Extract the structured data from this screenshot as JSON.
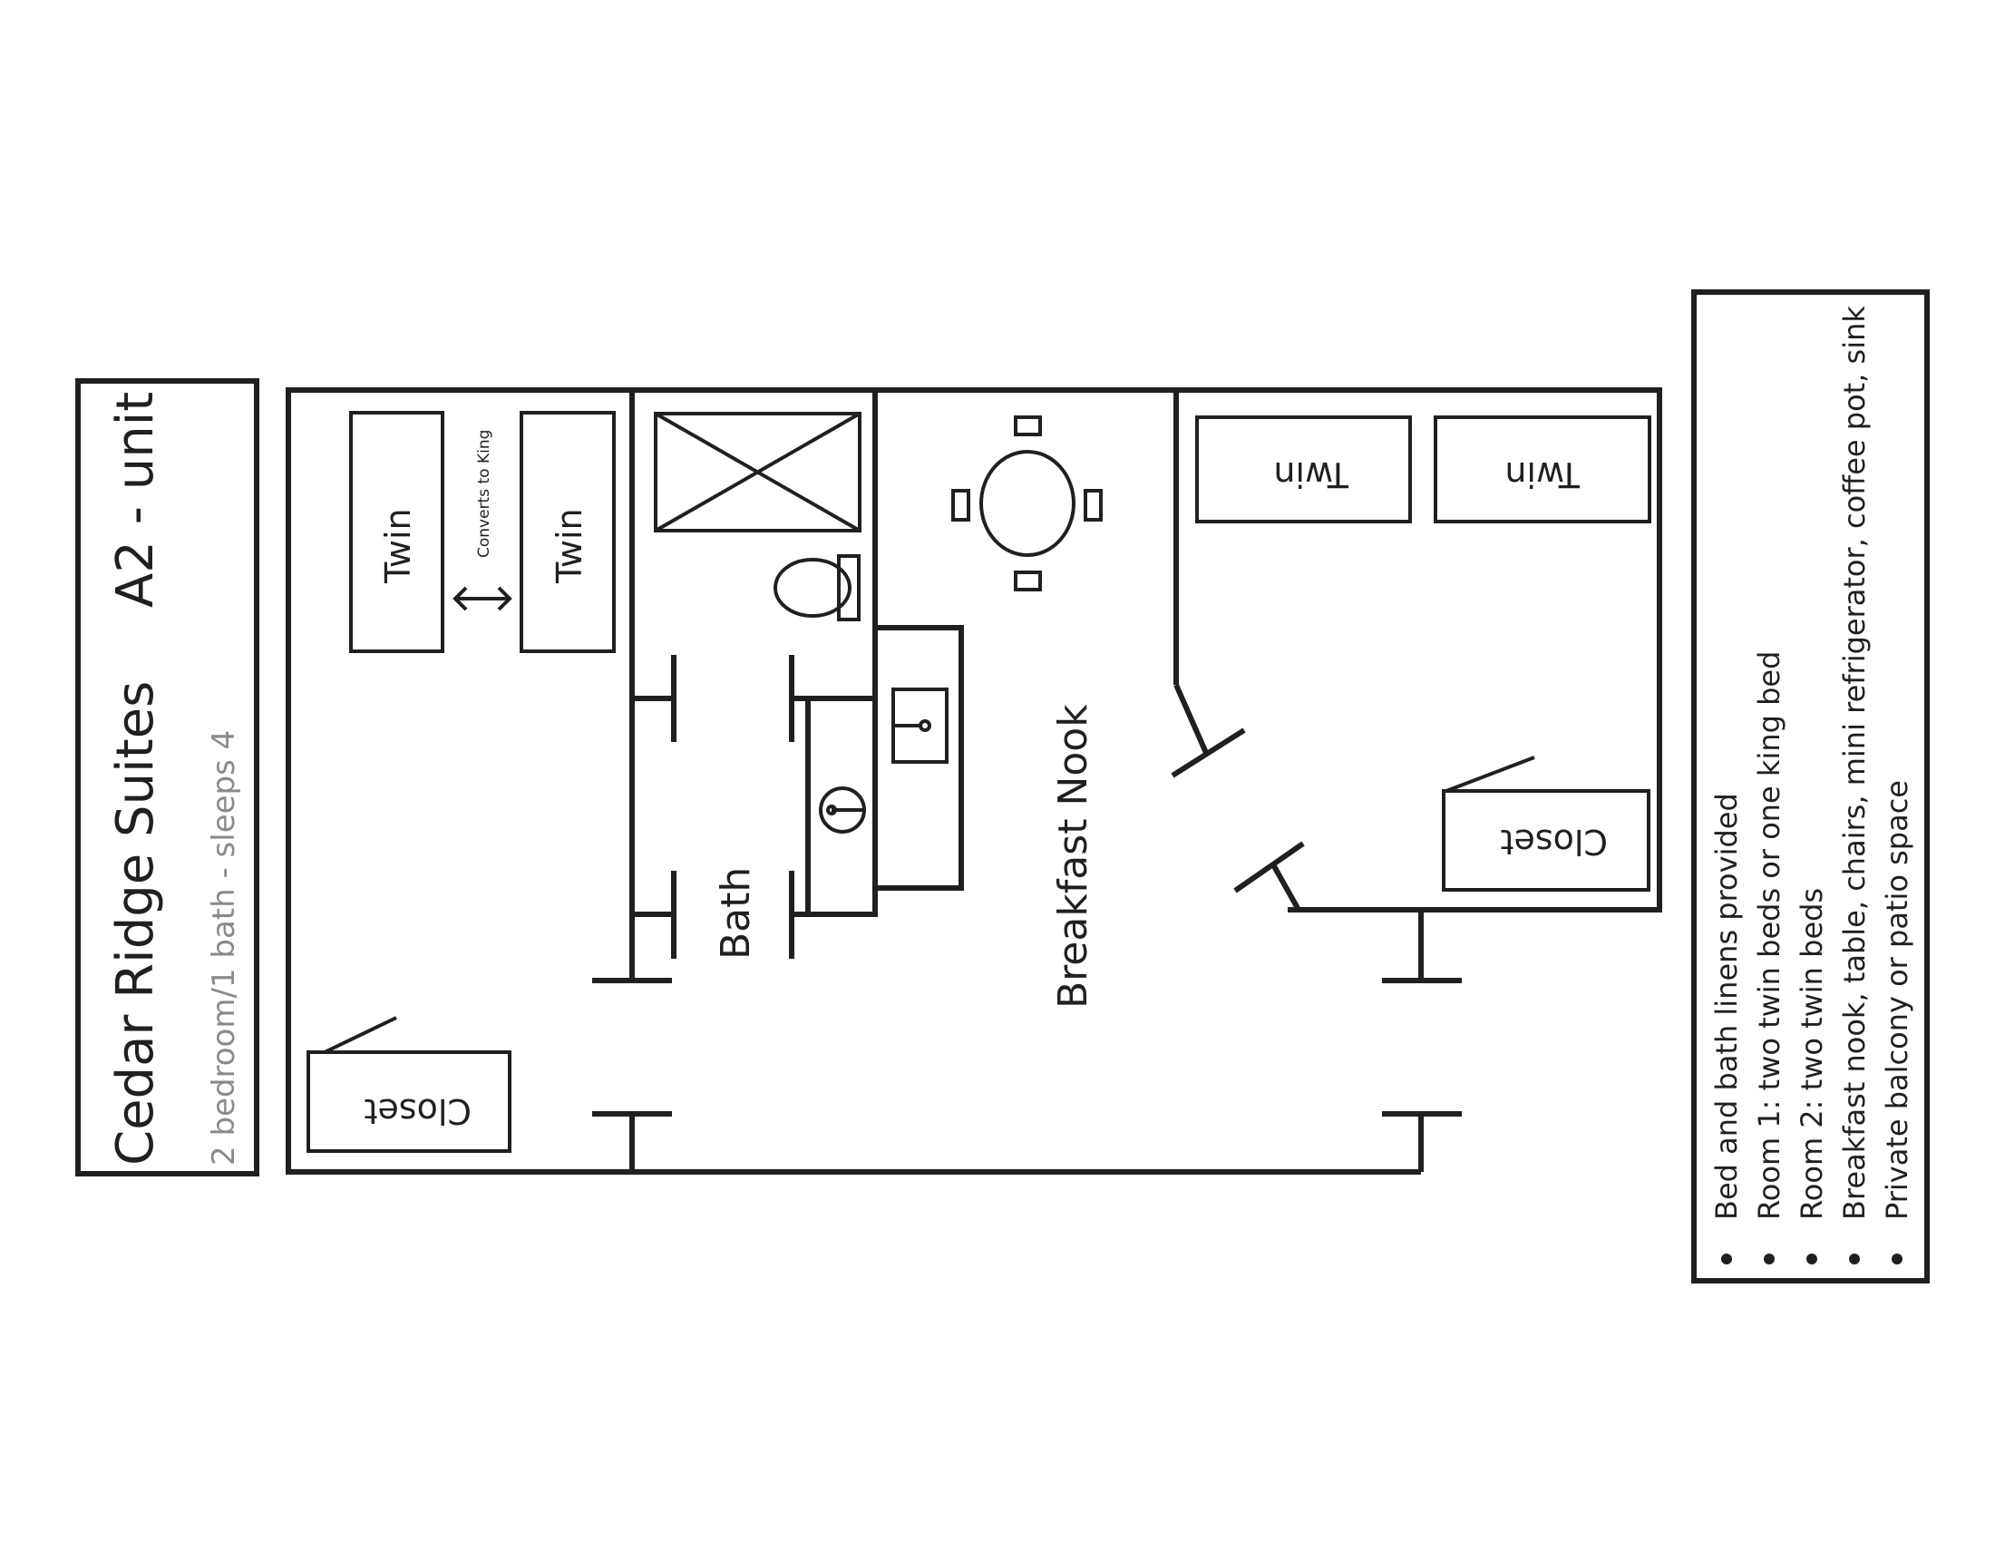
{
  "title_box": {
    "title": "Cedar Ridge Suites",
    "unit": "A2 - unit",
    "subtitle": "2 bedroom/1 bath - sleeps 4"
  },
  "rooms": {
    "bath": "Bath",
    "breakfast_nook": "Breakfast Nook"
  },
  "room1": {
    "bed_left": "Twin",
    "bed_right": "Twin",
    "converts_note": "Converts to King",
    "closet": "Closet"
  },
  "room2": {
    "bed_left": "Twin",
    "bed_right": "Twin",
    "closet": "Closet"
  },
  "features": [
    "Bed and bath linens provided",
    "Room 1: two twin beds or one king bed",
    "Room 2: two twin beds",
    "Breakfast nook, table, chairs, mini refrigerator, coffee pot, sink",
    "Private balcony or patio space"
  ],
  "colors": {
    "ink": "#231f20",
    "subtitle": "#8a8a8a",
    "background": "#ffffff"
  }
}
